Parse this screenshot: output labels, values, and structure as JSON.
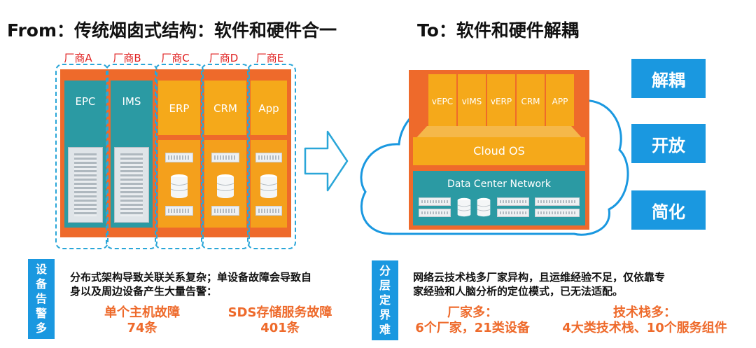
{
  "titles": {
    "left": "From：传统烟囱式结构：软件和硬件合一",
    "right": "To：软件和硬件解耦"
  },
  "vendors": [
    "厂商A",
    "厂商B",
    "厂商C",
    "厂商D",
    "厂商E"
  ],
  "left_apps": [
    "EPC",
    "IMS",
    "ERP",
    "CRM",
    "App"
  ],
  "cloud": {
    "vms": [
      "vEPC",
      "vIMS",
      "vERP",
      "CRM",
      "APP"
    ],
    "os_label": "Cloud OS",
    "network_label": "Data Center Network"
  },
  "side_labels": [
    "解耦",
    "开放",
    "简化"
  ],
  "bottom_left": {
    "tag": [
      "设",
      "备",
      "告",
      "警",
      "多"
    ],
    "desc_lines": [
      "分布式架构导致关联关系复杂；单设备故障会导致自",
      "身以及周边设备产生大量告警："
    ],
    "stat1": {
      "label": "单个主机故障",
      "value": "74条"
    },
    "stat2": {
      "label": "SDS存储服务故障",
      "value": "401条"
    }
  },
  "bottom_right": {
    "tag": [
      "分",
      "层",
      "定",
      "界",
      "难"
    ],
    "desc_lines": [
      "网络云技术栈多厂家异构，且运维经验不足，仅依靠专",
      "家经验和人脑分析的定位模式，已无法适配。"
    ],
    "stat1": {
      "label": "厂家多：",
      "value": "6个厂家，21类设备"
    },
    "stat2": {
      "label": "技术栈多：",
      "value": "4大类技术栈、10个服务组件"
    }
  },
  "colors": {
    "teal": "#2b9aa3",
    "orange": "#ee6a2b",
    "yellow": "#f5a91a",
    "blue": "#1a98e0",
    "vendor_red": "#e02020"
  }
}
